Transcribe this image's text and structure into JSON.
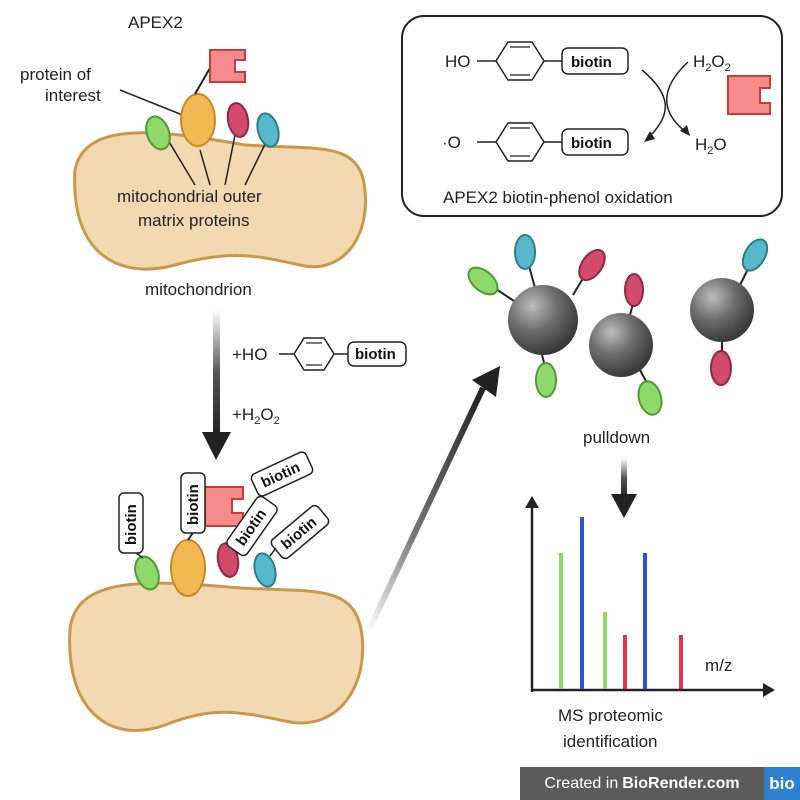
{
  "top_left": {
    "apex2_label": "APEX2",
    "protein_label_1": "protein of",
    "protein_label_2": "interest",
    "matrix_label_1": "mitochondrial outer",
    "matrix_label_2": "matrix proteins",
    "organelle_label": "mitochondrion"
  },
  "reaction_box": {
    "substrate_prefix": "HO",
    "radical_prefix": "·O",
    "biotin_tag": "biotin",
    "oxidant": "H",
    "oxidant_sub": "2",
    "oxidant_o": "O",
    "oxidant_sub2": "2",
    "water": "H",
    "water_sub": "2",
    "water_o": "O",
    "caption": "APEX2 biotin-phenol oxidation"
  },
  "middle": {
    "reagent_prefix": "+HO",
    "reagent_tag": "biotin",
    "peroxide": "+H",
    "peroxide_sub": "2",
    "peroxide_o": "O",
    "peroxide_sub2": "2"
  },
  "labeled": {
    "tags": [
      "biotin",
      "biotin",
      "biotin",
      "biotin",
      "biotin"
    ]
  },
  "right": {
    "pulldown_label": "pulldown",
    "axis_label": "m/z",
    "ms_label_1": "MS proteomic",
    "ms_label_2": "identification"
  },
  "colors": {
    "green": "#8fd86a",
    "blue": "#2b52d8",
    "red": "#e0384a",
    "yellow": "#f1b950",
    "magenta": "#d24a6d",
    "teal": "#55b9c9",
    "apex2": "#f58b8b",
    "mito_fill": "#f3d9b2",
    "mito_stroke": "#c8994a"
  },
  "badge": {
    "prefix": "Created in",
    "brand": "BioRender.com",
    "logo": "bio"
  }
}
